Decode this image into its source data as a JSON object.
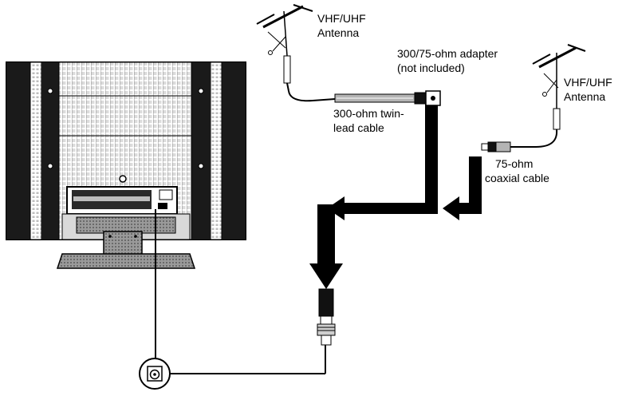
{
  "labels": {
    "antenna_left_line1": "VHF/UHF",
    "antenna_left_line2": "Antenna",
    "adapter_line1": "300/75-ohm adapter",
    "adapter_line2": "(not included)",
    "antenna_right_line1": "VHF/UHF",
    "antenna_right_line2": "Antenna",
    "twinlead_line1": "300-ohm twin-",
    "twinlead_line2": "lead cable",
    "coax_line1": "75-ohm",
    "coax_line2": "coaxial cable"
  },
  "colors": {
    "ink": "#000000",
    "panel_dark": "#1a1a1a",
    "panel_grid": "#e6e6e6",
    "stand_grey": "#8c8c8c",
    "cable_grey": "#b4b4b4"
  },
  "icons": [
    "tv-rear-panel-icon",
    "antenna-icon",
    "adapter-icon",
    "coax-connector-icon",
    "antenna-jack-icon",
    "arrow-icon"
  ]
}
